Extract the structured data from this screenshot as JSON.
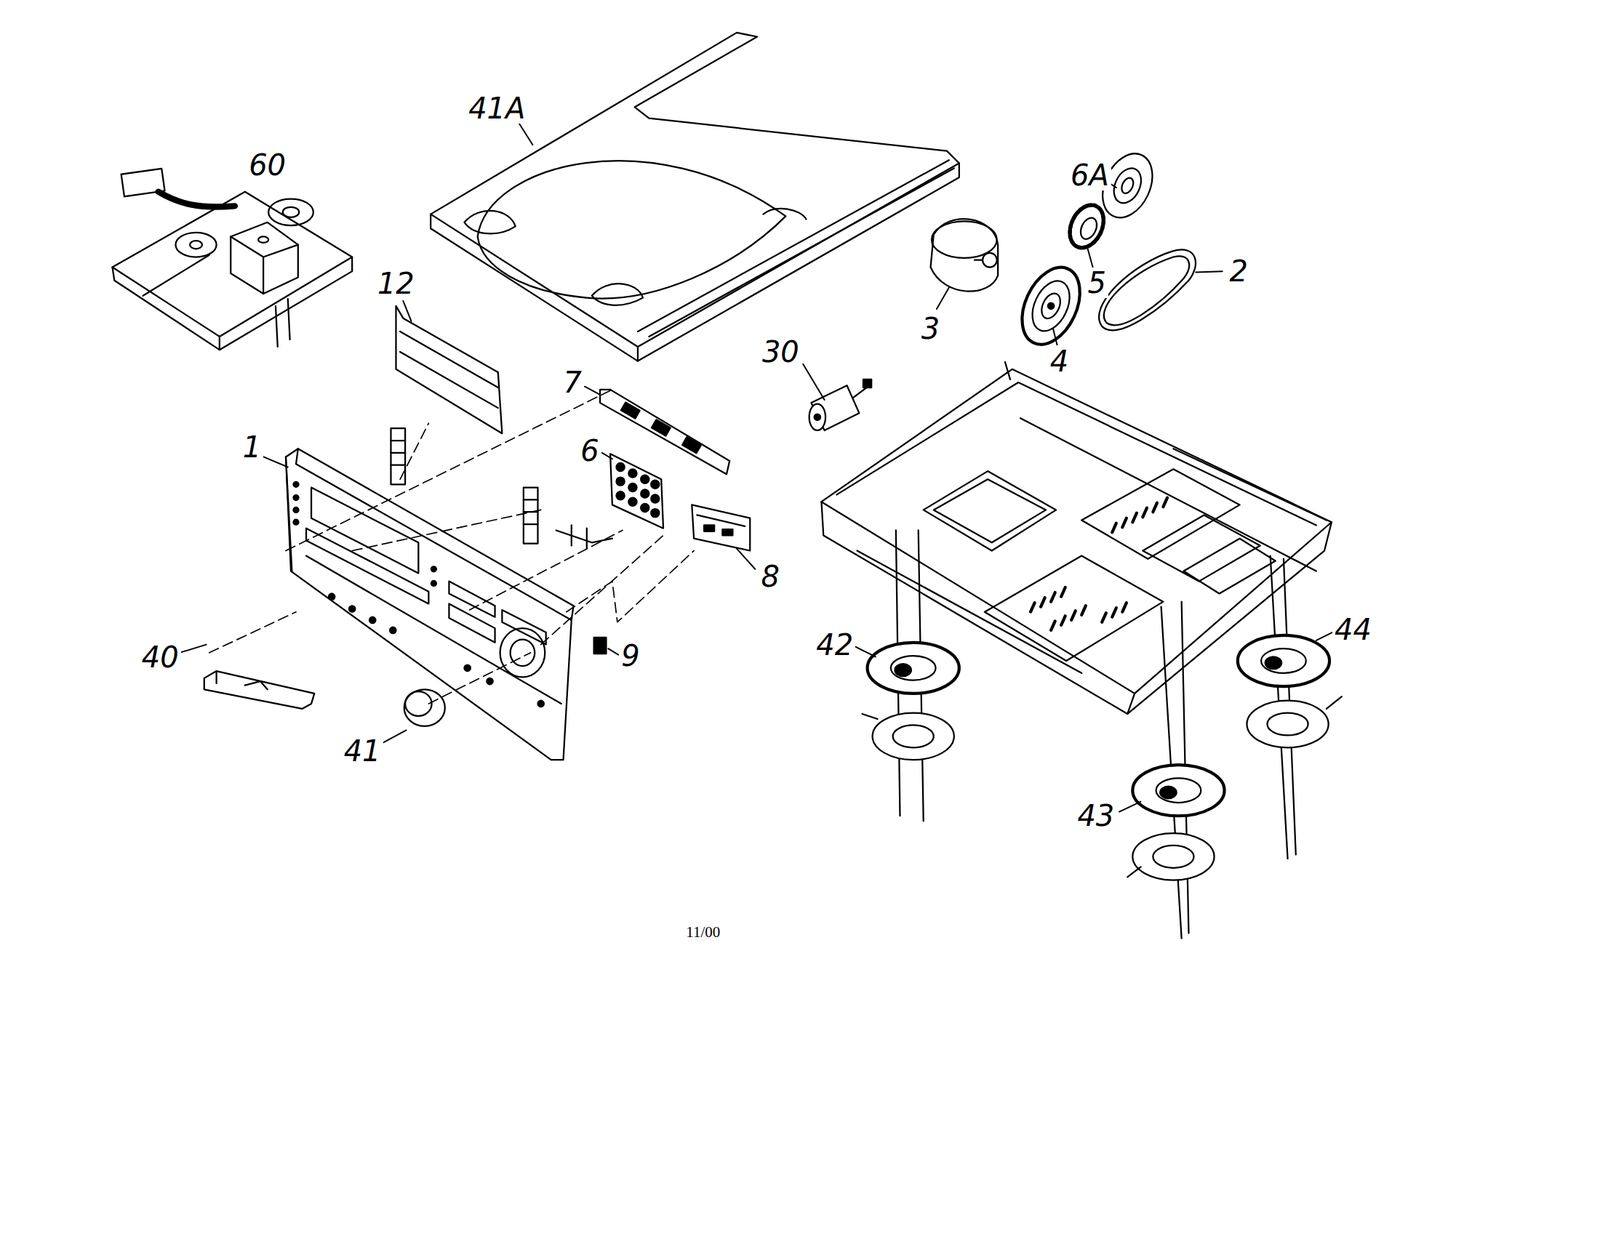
{
  "diagram": {
    "labels": [
      "41A",
      "60",
      "12",
      "3",
      "6A",
      "5",
      "2",
      "4",
      "30",
      "7",
      "6",
      "1",
      "8",
      "40",
      "9",
      "41",
      "42",
      "44",
      "43",
      "11/00"
    ]
  }
}
